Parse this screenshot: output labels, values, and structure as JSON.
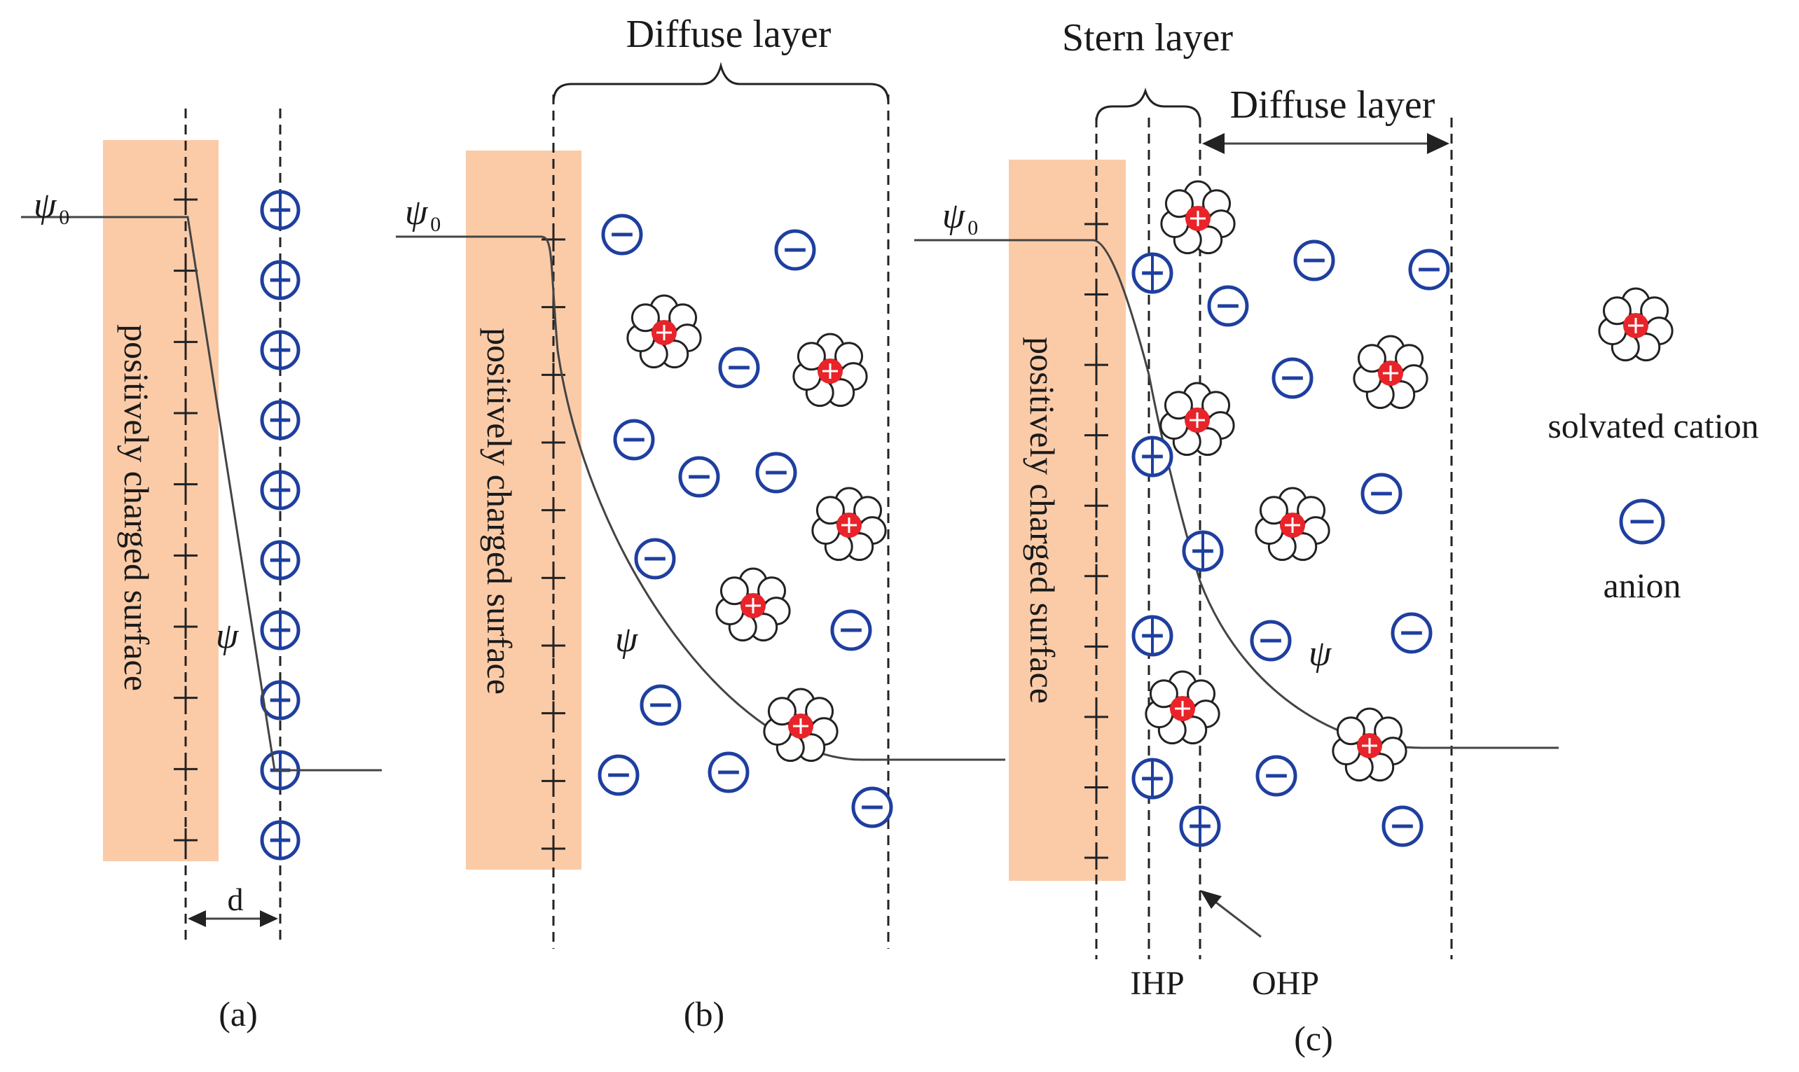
{
  "labels": {
    "psi0": "ψ",
    "psi0_sub": "0",
    "psi": "ψ",
    "surface": "positively charged surface",
    "d": "d",
    "panel_a": "(a)",
    "panel_b": "(b)",
    "panel_c": "(c)",
    "diffuse_layer": "Diffuse layer",
    "stern_layer": "Stern layer",
    "ihp": "IHP",
    "ohp": "OHP"
  },
  "legend": {
    "cation": "solvated cation",
    "anion": "anion"
  },
  "colors": {
    "surface": "#fbcba8",
    "anion_stroke": "#1f3f9f",
    "cation_core": "#e8242a"
  }
}
